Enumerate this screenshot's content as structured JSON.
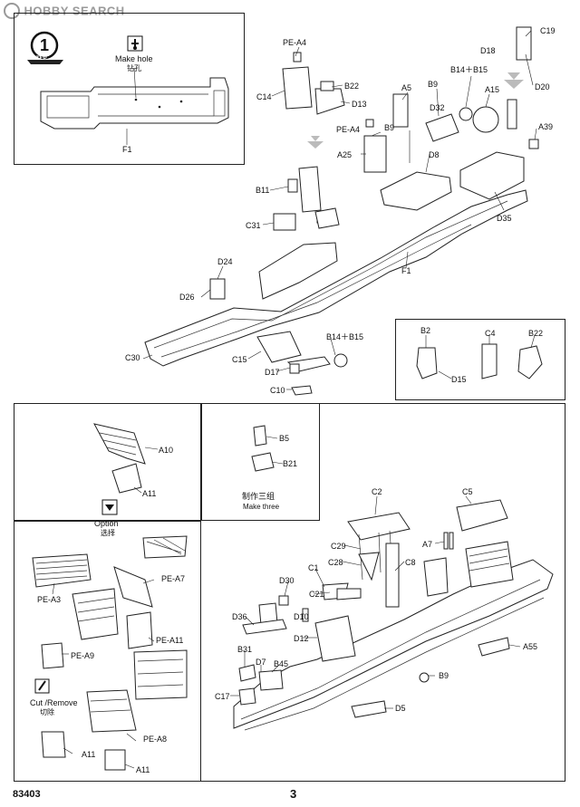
{
  "watermark": {
    "text": "HOBBY SEARCH"
  },
  "step": {
    "number": "1",
    "label": "STEP"
  },
  "instructions": {
    "make_hole_en": "Make hole",
    "make_hole_cn": "钻孔",
    "option_en": "Option",
    "option_cn": "选择",
    "make_three_cn": "制作三组",
    "make_three_en": "Make three",
    "cut_remove_en": "Cut /Remove",
    "cut_remove_cn": "切除"
  },
  "parts": {
    "f1_a": "F1",
    "f1_b": "F1",
    "pe_a4_top": "PE-A4",
    "b22_top": "B22",
    "c14": "C14",
    "d13": "D13",
    "a5": "A5",
    "b9_top": "B9",
    "b14_b15_top": "B14＋B15",
    "d32": "D32",
    "a15": "A15",
    "d18": "D18",
    "c19": "C19",
    "d20": "D20",
    "a39": "A39",
    "pe_a4_mid": "PE-A4",
    "b9_mid": "B9",
    "a25": "A25",
    "d8": "D8",
    "d35": "D35",
    "b11": "B11",
    "c31": "C31",
    "d24": "D24",
    "d26": "D26",
    "c30": "C30",
    "c15": "C15",
    "b14_b15_bot": "B14＋B15",
    "d17": "D17",
    "c10": "C10",
    "b2": "B2",
    "d15": "D15",
    "c4": "C4",
    "b22_inset": "B22",
    "a10": "A10",
    "a11_opt": "A11",
    "b5": "B5",
    "b21": "B21",
    "pe_a3": "PE-A3",
    "pe_a7": "PE-A7",
    "pe_a9": "PE-A9",
    "pe_a11": "PE-A11",
    "pe_a8": "PE-A8",
    "a11_a": "A11",
    "a11_b": "A11",
    "c2": "C2",
    "c5": "C5",
    "c29": "C29",
    "c28": "C28",
    "c8": "C8",
    "a7": "A7",
    "c1": "C1",
    "d30": "D30",
    "c21": "C21",
    "d10": "D10",
    "d36": "D36",
    "d12": "D12",
    "b31": "B31",
    "d7": "D7",
    "b45": "B45",
    "c17": "C17",
    "a55": "A55",
    "b9_bot": "B9",
    "d5": "D5"
  },
  "footer": {
    "product_code": "83403",
    "page_number": "3"
  }
}
